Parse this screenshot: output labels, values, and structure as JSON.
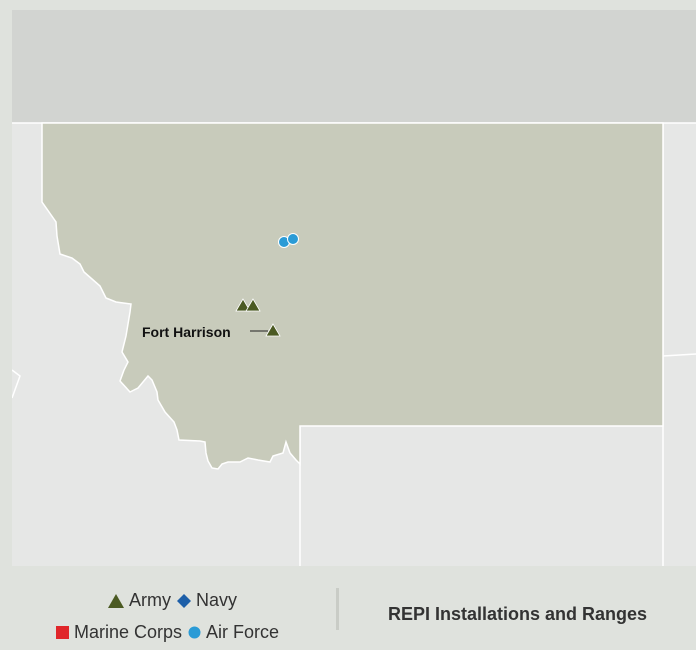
{
  "map": {
    "labels": {
      "fort_harrison": "Fort Harrison"
    },
    "colors": {
      "state_fill": "#c8cbbb",
      "neighbor_fill": "#e6e7e6",
      "canada_fill": "#d2d4d1",
      "border": "#ffffff",
      "army": "#4b5a22",
      "navy": "#1d5fa8",
      "marine_corps": "#e0262a",
      "air_force": "#2a9bd6"
    }
  },
  "legend": {
    "army": "Army",
    "navy": "Navy",
    "marine_corps": "Marine Corps",
    "air_force": "Air Force",
    "title": "REPI Installations and Ranges"
  }
}
